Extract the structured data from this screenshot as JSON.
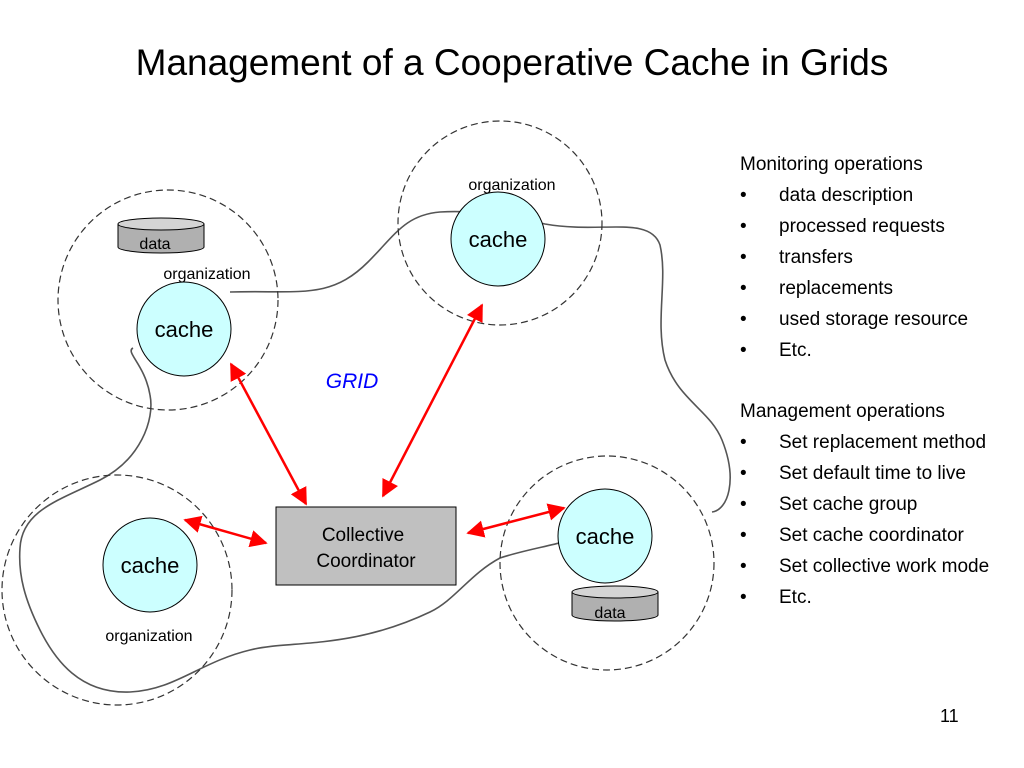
{
  "title": "Management of a Cooperative Cache in Grids",
  "page_number": "11",
  "colors": {
    "cache_fill": "#ccffff",
    "arrow": "#ff0000",
    "coordinator_fill": "#c0c0c0",
    "grid_label": "#0000ff"
  },
  "diagram": {
    "grid_label": "GRID",
    "coordinator_line1": "Collective",
    "coordinator_line2": "Coordinator",
    "organizations": [
      {
        "label": "organization",
        "cache": "cache",
        "data": "data"
      },
      {
        "label": "organization",
        "cache": "cache"
      },
      {
        "label": "organization",
        "cache": "cache"
      },
      {
        "cache": "cache",
        "data": "data"
      }
    ]
  },
  "monitoring": {
    "heading": "Monitoring operations",
    "bullet": "•",
    "items": [
      "data description",
      "processed requests",
      "transfers",
      "replacements",
      "used storage resource",
      "Etc."
    ]
  },
  "management": {
    "heading": "Management operations",
    "bullet": "•",
    "items": [
      "Set replacement method",
      "Set default time to live",
      "Set cache group",
      "Set cache coordinator",
      "Set collective work mode",
      "Etc."
    ]
  }
}
